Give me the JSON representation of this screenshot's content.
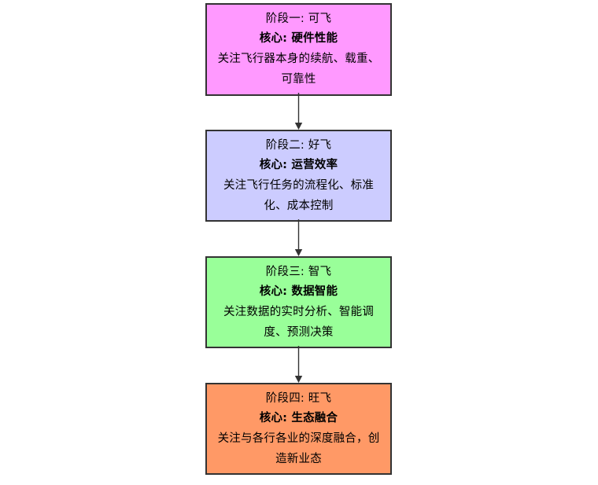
{
  "diagram": {
    "type": "flowchart",
    "orientation": "top-to-bottom",
    "background_color": "#ffffff",
    "border_color": "#333333",
    "arrow_color": "#333333",
    "text_color": "#000000",
    "nodes": [
      {
        "id": "stage-1",
        "title": "阶段一: 可飞",
        "core": "核心: 硬件性能",
        "description": "关注飞行器本身的续航、载重、可靠性",
        "fill_color": "#ff99ff"
      },
      {
        "id": "stage-2",
        "title": "阶段二: 好飞",
        "core": "核心: 运营效率",
        "description": "关注飞行任务的流程化、标准化、成本控制",
        "fill_color": "#ccccff"
      },
      {
        "id": "stage-3",
        "title": "阶段三: 智飞",
        "core": "核心: 数据智能",
        "description": "关注数据的实时分析、智能调度、预测决策",
        "fill_color": "#99ff99"
      },
      {
        "id": "stage-4",
        "title": "阶段四: 旺飞",
        "core": "核心: 生态融合",
        "description": "关注与各行各业的深度融合，创造新业态",
        "fill_color": "#ff9966"
      }
    ],
    "edges": [
      {
        "from": "stage-1",
        "to": "stage-2",
        "label": ""
      },
      {
        "from": "stage-2",
        "to": "stage-3",
        "label": ""
      },
      {
        "from": "stage-3",
        "to": "stage-4",
        "label": ""
      }
    ]
  }
}
